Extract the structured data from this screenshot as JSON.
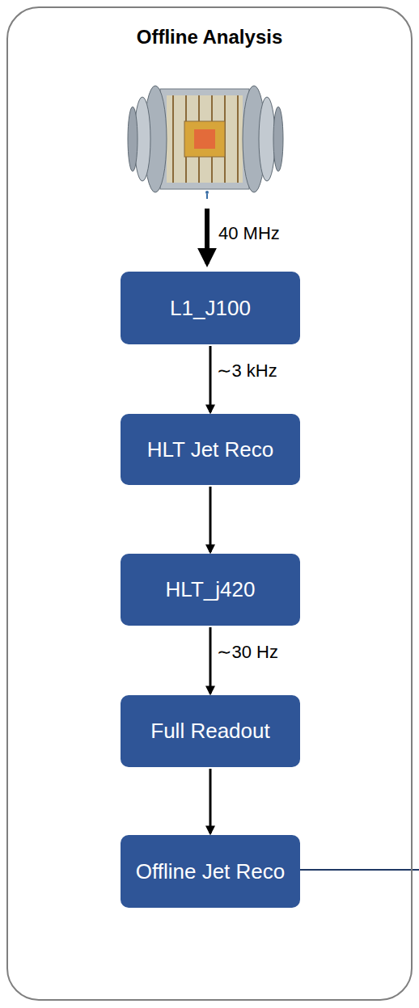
{
  "diagram": {
    "nodes": [
      {
        "text": [
          "Offline Analysis"
        ]
      },
      {
        "text": [
          "L1_J100"
        ],
        "in": 0
      },
      {
        "text": [
          "HLT Jet Reco"
        ],
        "in": 0
      },
      {
        "text": [
          "HLT_j420"
        ],
        "in": 0
      },
      {
        "text": [
          "Full Readout"
        ],
        "in": 0
      },
      {
        "text": [
          "Offline Jet Reco"
        ],
        "in": 0
      }
    ],
    "edges": [
      {
        "from": 1,
        "to": 2,
        "arrow": "to",
        "label": "∼3 kHz"
      },
      {
        "from": 2,
        "to": 3,
        "arrow": "to"
      },
      {
        "from": 3,
        "to": 4,
        "arrow": "to",
        "label": "∼30 Hz"
      },
      {
        "from": 4,
        "to": 5,
        "arrow": "to"
      }
    ],
    "labels": [
      "40 MHz"
    ]
  }
}
